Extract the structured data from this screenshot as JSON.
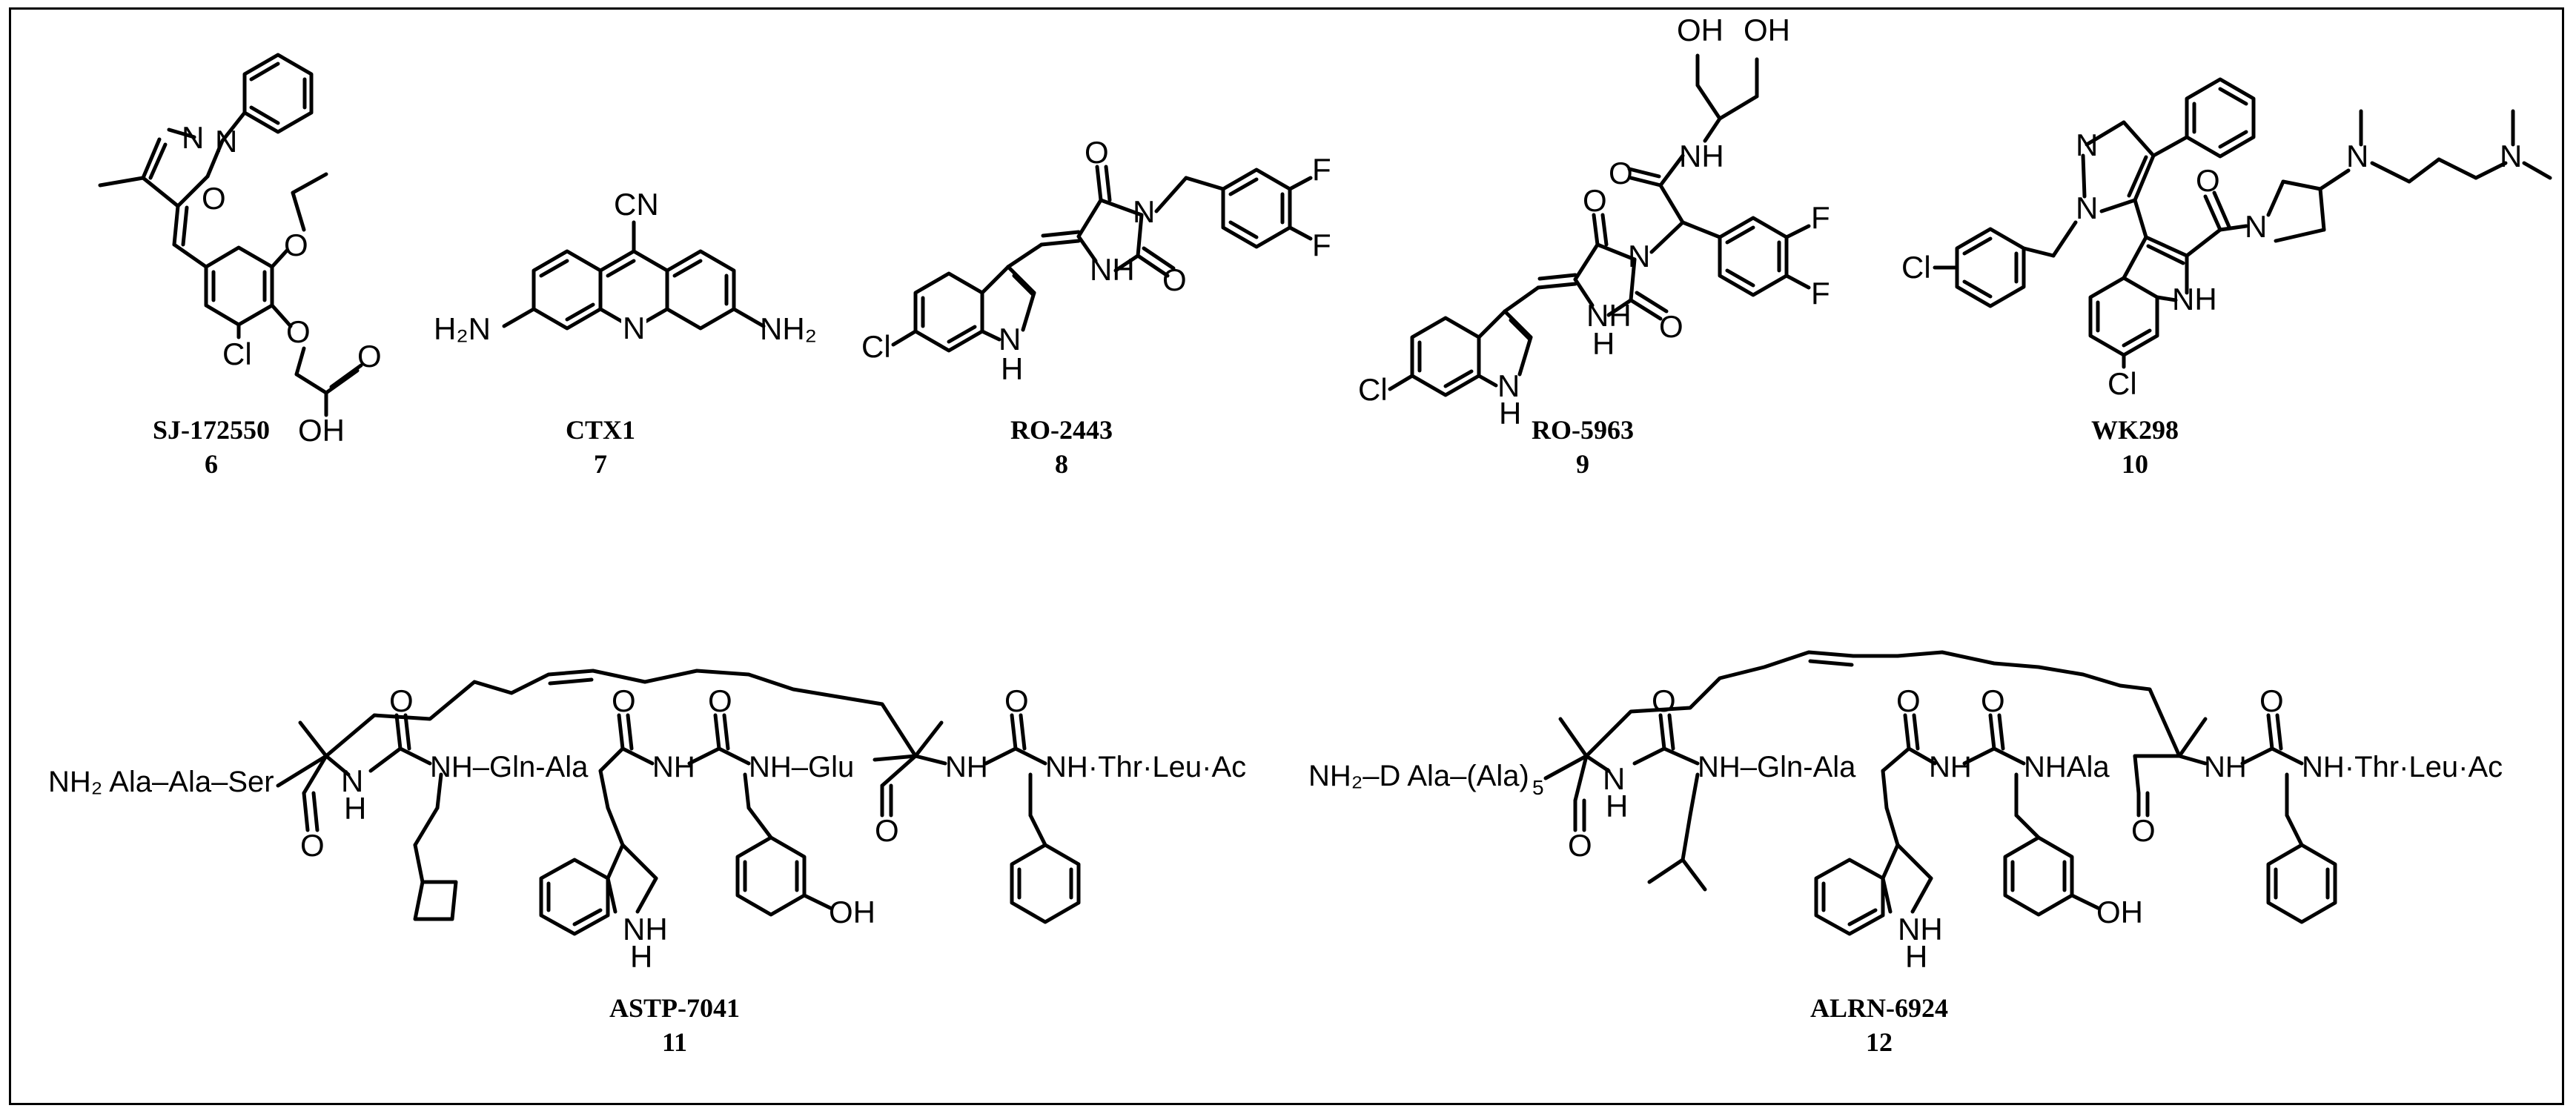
{
  "compounds": [
    {
      "name": "SJ-172550",
      "number": "6"
    },
    {
      "name": "CTX1",
      "number": "7"
    },
    {
      "name": "RO-2443",
      "number": "8"
    },
    {
      "name": "RO-5963",
      "number": "9"
    },
    {
      "name": "WK298",
      "number": "10"
    },
    {
      "name": "ASTP-7041",
      "number": "11"
    },
    {
      "name": "ALRN-6924",
      "number": "12"
    }
  ],
  "atoms": {
    "N": "N",
    "O": "O",
    "Cl": "Cl",
    "F": "F",
    "CN": "CN",
    "OH": "OH",
    "H": "H",
    "NH": "NH",
    "H2N": "H₂N",
    "NH2": "NH₂"
  },
  "peptide11": {
    "left": "NH₂ Ala–Ala–Ser",
    "seg1": "NH–Gln-Ala",
    "seg2": "NH",
    "seg3": "NH–Glu",
    "seg4": "NH",
    "right": "NH·Thr·Leu·Ac"
  },
  "peptide12": {
    "left": "NH₂–D Ala–(Ala)",
    "subscript": "5",
    "seg1": "NH–Gln-Ala",
    "seg2": "NH",
    "seg3": "NHAla",
    "seg4": "NH",
    "right": "NH·Thr·Leu·Ac"
  }
}
